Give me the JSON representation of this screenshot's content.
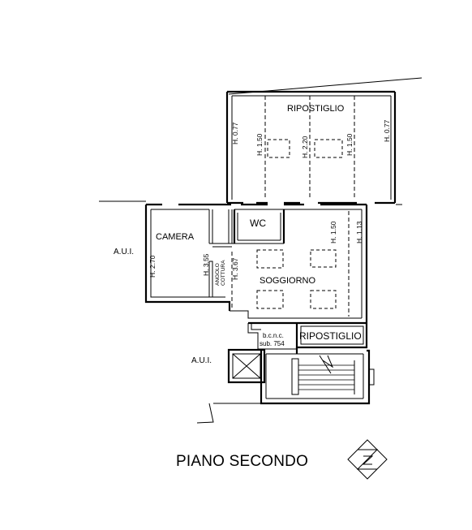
{
  "labels": {
    "ripostiglio_top": "RIPOSTIGLIO",
    "camera": "CAMERA",
    "wc": "WC",
    "soggiorno": "SOGGIORNO",
    "ripostiglio_small": "RIPOSTIGLIO",
    "angolo_line1": "ANGOLO",
    "angolo_line2": "COTTURA",
    "bcnc": "b.c.n.c.",
    "sub": "sub. 754",
    "aui_left": "A.U.I.",
    "aui_stairs": "A.U.I."
  },
  "heights": {
    "top_left": "H. 0.77",
    "top_mid1": "H. 1.50",
    "top_mid2": "H. 2.20",
    "top_mid3": "H. 1.50",
    "top_right": "H. 0.77",
    "camera": "H. 2.70",
    "corridor": "H. 3.55",
    "cottura": "H. 3.67",
    "soggiorno_1": "H. 1.50",
    "soggiorno_2": "H. 1.13"
  },
  "title": "PIANO SECONDO"
}
